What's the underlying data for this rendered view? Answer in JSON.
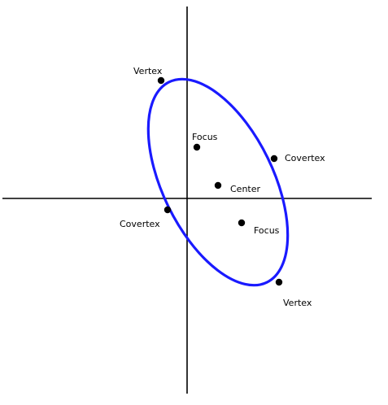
{
  "colors": {
    "axes": "#000000",
    "ellipse": "#1a1aff",
    "points": "#000000",
    "labels": "#000000"
  },
  "points": [
    {
      "key": "vertex_top",
      "label": "Vertex"
    },
    {
      "key": "focus_top",
      "label": "Focus"
    },
    {
      "key": "covertex_right",
      "label": "Covertex"
    },
    {
      "key": "center",
      "label": "Center"
    },
    {
      "key": "covertex_left",
      "label": "Covertex"
    },
    {
      "key": "focus_bottom",
      "label": "Focus"
    },
    {
      "key": "vertex_bottom",
      "label": "Vertex"
    }
  ]
}
